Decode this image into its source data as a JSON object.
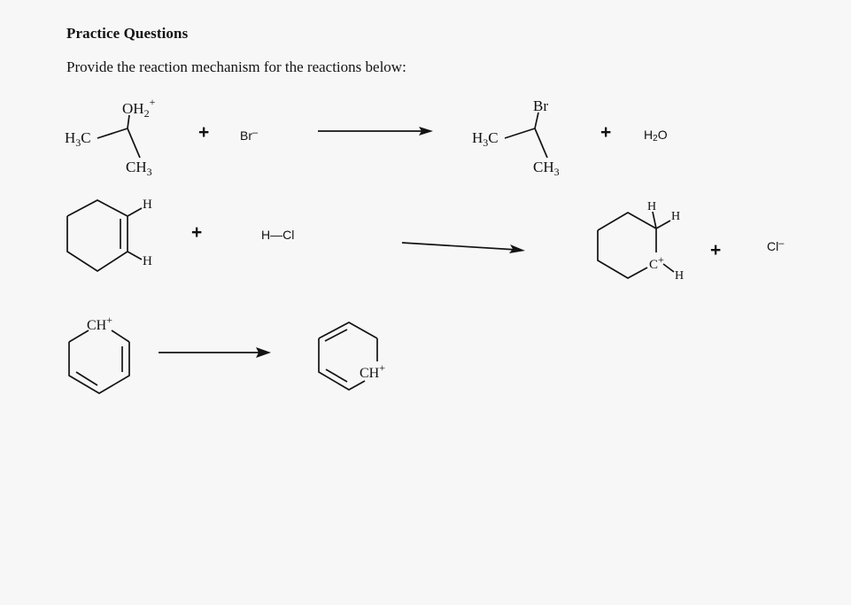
{
  "slide": {
    "heading": "Practice Questions",
    "prompt": "Provide the reaction mechanism for the reactions below:",
    "background_color": "#f7f7f7",
    "ink_color": "#131313"
  },
  "reactions": [
    {
      "id": "reaction-1",
      "reactants": [
        {
          "name": "protonated-isopropanol",
          "type": "structure",
          "labels": {
            "left_methyl": "H",
            "left_methyl_sub": "3",
            "left_methyl_c": "C",
            "oxonium": "OH",
            "oxonium_sub": "2",
            "oxonium_charge": "+",
            "lower_methyl": "CH",
            "lower_methyl_sub": "3"
          }
        },
        {
          "name": "bromide-ion",
          "type": "label",
          "text": "Br",
          "superscript": "–"
        }
      ],
      "plus_signs": [
        "+"
      ],
      "arrow": {
        "name": "reaction-arrow",
        "direction": "right"
      },
      "products": [
        {
          "name": "2-bromopropane",
          "type": "structure",
          "labels": {
            "left_methyl": "H",
            "left_methyl_sub": "3",
            "left_methyl_c": "C",
            "halide": "Br",
            "lower_methyl": "CH",
            "lower_methyl_sub": "3"
          }
        },
        {
          "name": "water",
          "type": "label",
          "text": "H",
          "subscript": "2",
          "tail": "O"
        }
      ]
    },
    {
      "id": "reaction-2",
      "reactants": [
        {
          "name": "cyclohexene",
          "type": "structure",
          "labels": {
            "vinyl_h_top": "H",
            "vinyl_h_bottom": "H"
          }
        },
        {
          "name": "hydrogen-chloride",
          "type": "label",
          "text": "H",
          "bond": "—",
          "tail": "Cl"
        }
      ],
      "plus_signs": [
        "+"
      ],
      "arrow": {
        "name": "reaction-arrow",
        "direction": "right"
      },
      "products": [
        {
          "name": "cyclohexyl-carbocation",
          "type": "structure",
          "labels": {
            "h_top": "H",
            "h_upper_right": "H",
            "carbocation": "C",
            "carbocation_charge": "+",
            "h_lower_right": "H"
          }
        },
        {
          "name": "chloride-ion",
          "type": "label",
          "text": "Cl",
          "superscript": "–"
        }
      ]
    },
    {
      "id": "reaction-3",
      "reactants": [
        {
          "name": "cyclohexadienyl-cation-top",
          "type": "structure",
          "labels": {
            "carbocation": "CH",
            "carbocation_charge": "+"
          }
        }
      ],
      "plus_signs": [],
      "arrow": {
        "name": "reaction-arrow",
        "direction": "right"
      },
      "products": [
        {
          "name": "cyclohexadienyl-cation-shifted",
          "type": "structure",
          "labels": {
            "carbocation": "CH",
            "carbocation_charge": "+"
          }
        }
      ]
    }
  ]
}
